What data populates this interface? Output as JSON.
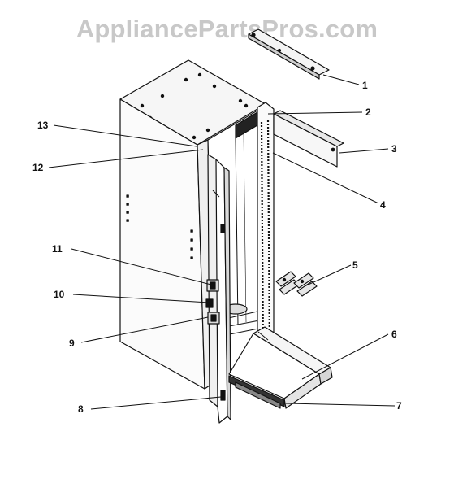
{
  "watermark": "AppliancePartsPros.com",
  "parts": [
    "1",
    "2",
    "3",
    "4",
    "5",
    "6",
    "7",
    "8",
    "9",
    "10",
    "11",
    "12",
    "13"
  ],
  "colors": {
    "line": "#111111",
    "fill": "#f2f2f2",
    "shade": "#bdbdbd",
    "watermark": "#c8c8c8"
  }
}
